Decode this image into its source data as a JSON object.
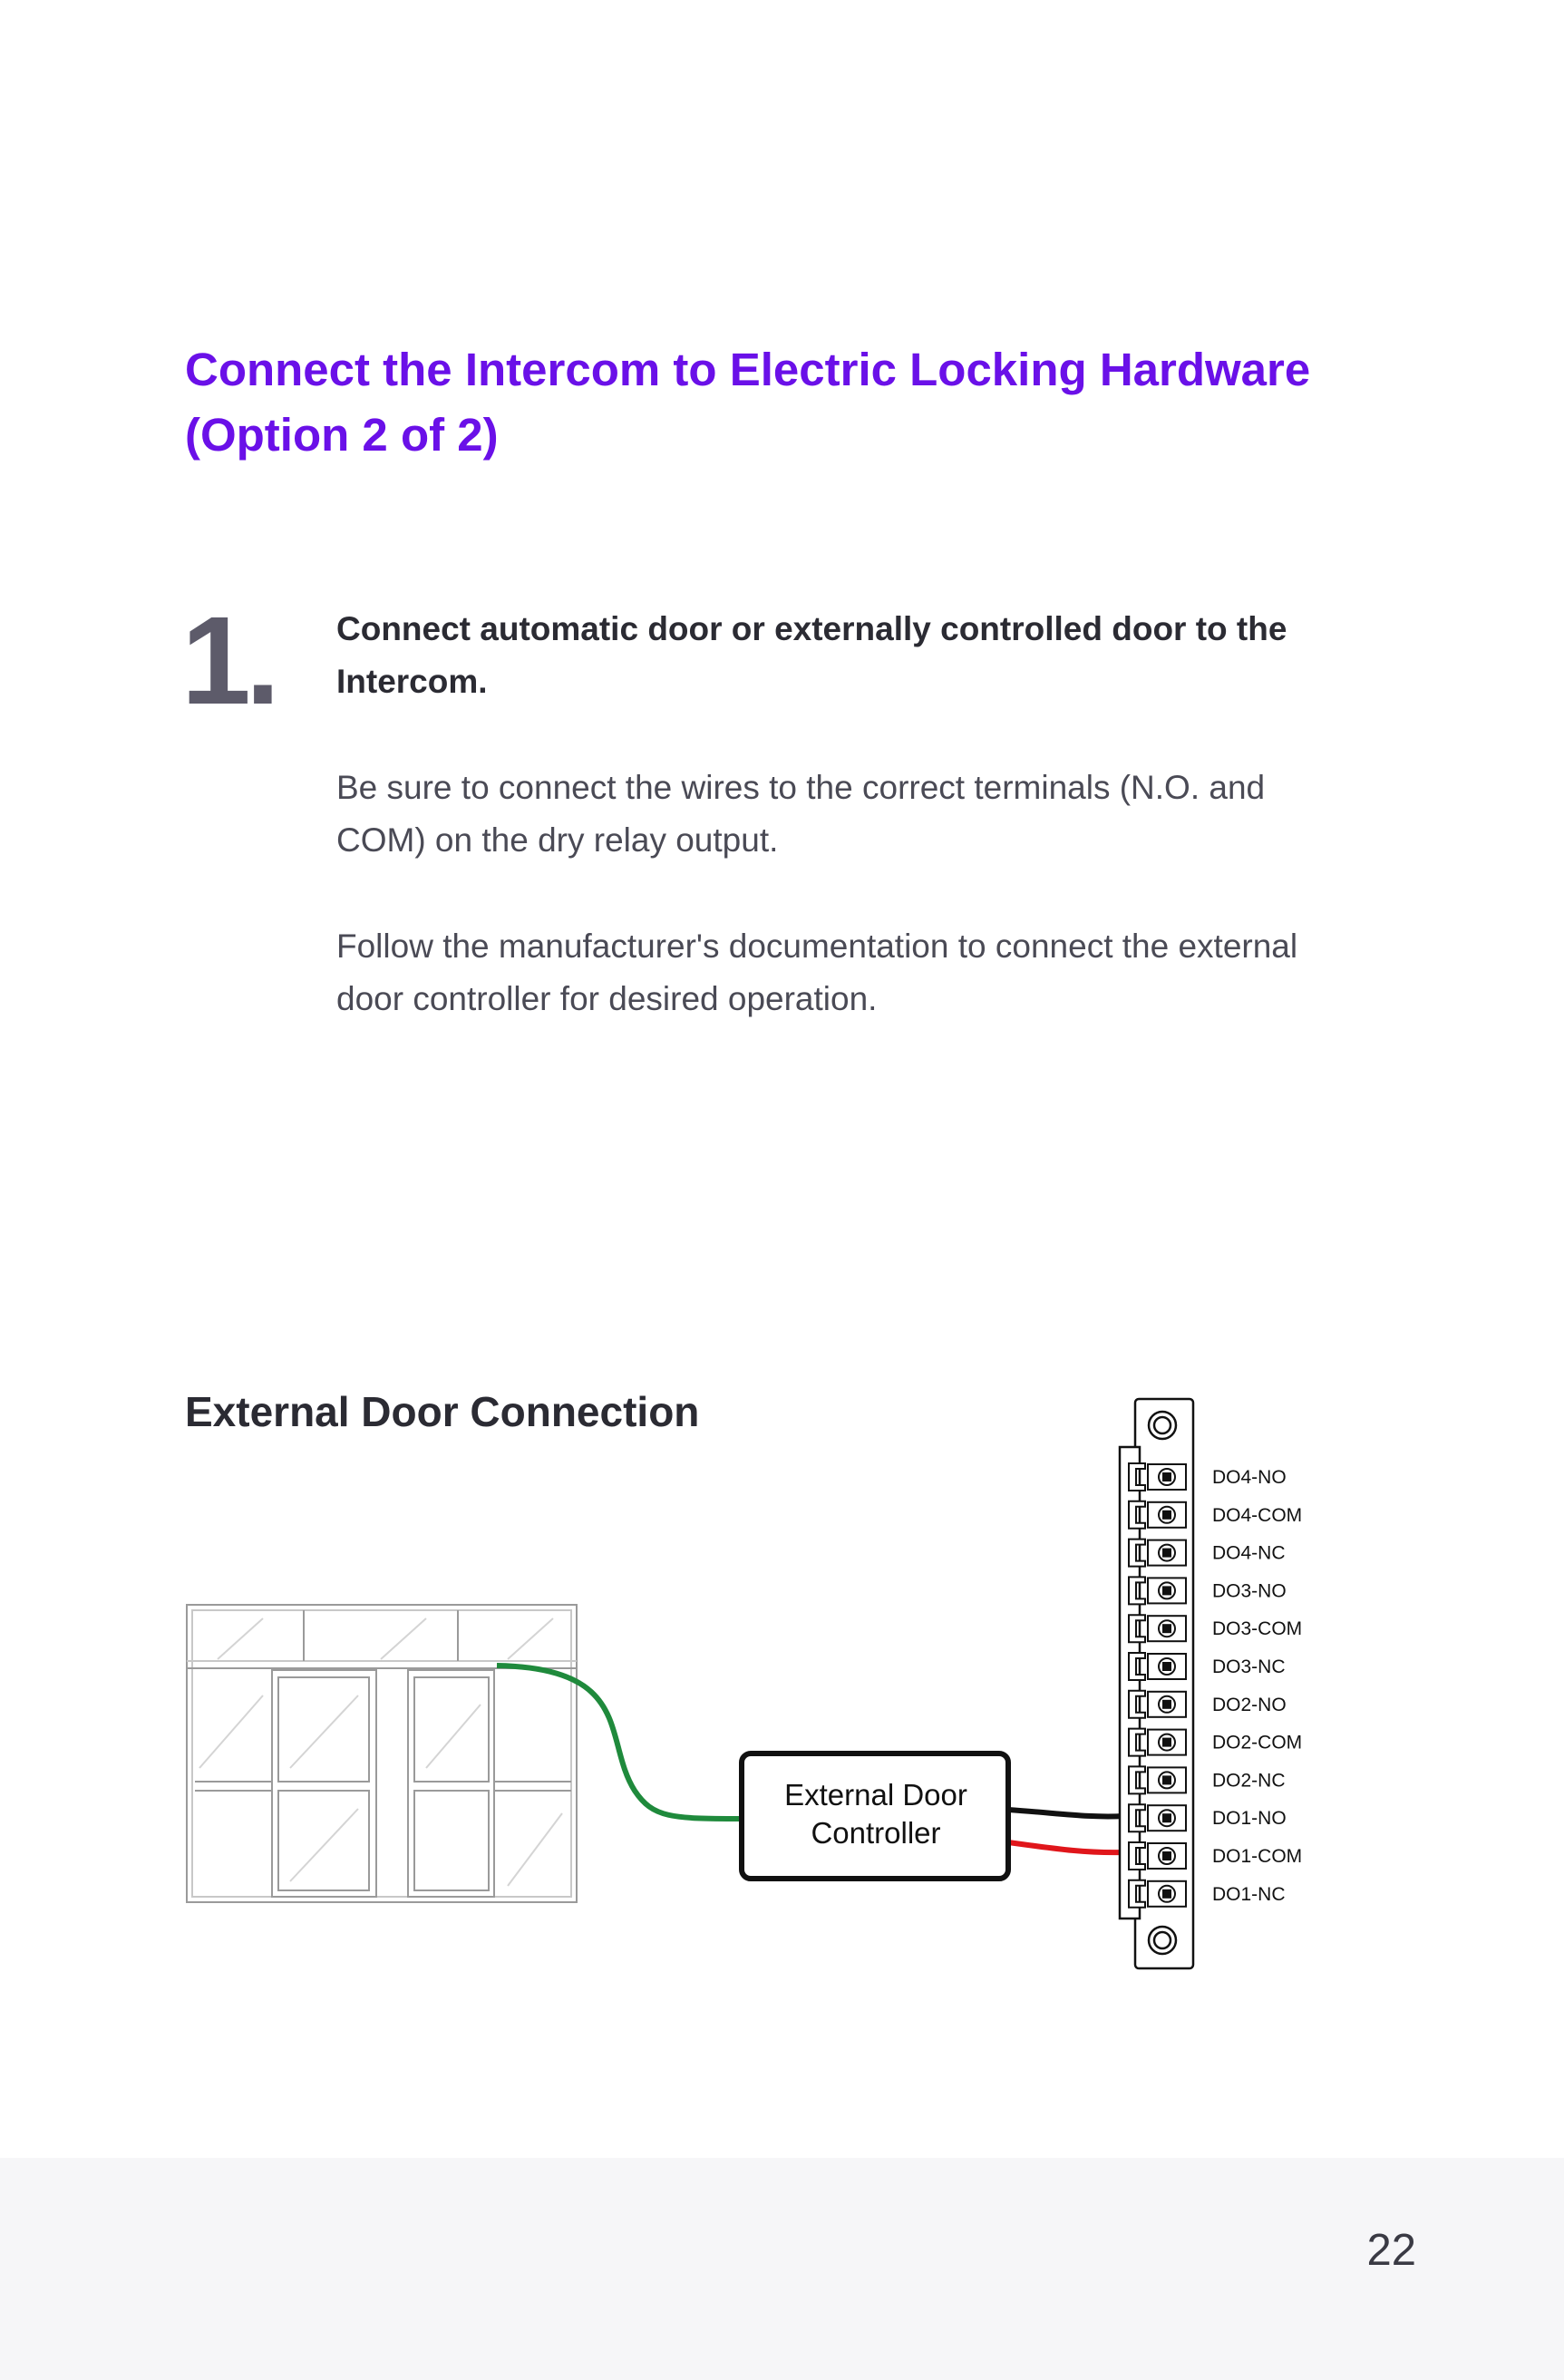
{
  "page": {
    "title": "Connect the Intercom to Electric Locking Hardware (Option 2 of 2)",
    "page_number": "22"
  },
  "step": {
    "number": "1.",
    "heading": "Connect automatic door or externally controlled door to the Intercom.",
    "paragraphs": [
      "Be sure to connect the wires to the correct terminals (N.O. and COM) on the dry relay output.",
      "Follow the manufacturer's documentation to connect the external door controller for desired operation."
    ]
  },
  "diagram": {
    "title": "External Door Connection",
    "controller_label_line1": "External Door",
    "controller_label_line2": "Controller",
    "terminals": [
      "DO4-NO",
      "DO4-COM",
      "DO4-NC",
      "DO3-NO",
      "DO3-COM",
      "DO3-NC",
      "DO2-NO",
      "DO2-COM",
      "DO2-NC",
      "DO1-NO",
      "DO1-COM",
      "DO1-NC"
    ],
    "wire_colors": {
      "door": "#1f8a3c",
      "no": "#111111",
      "com": "#e0161b"
    }
  }
}
